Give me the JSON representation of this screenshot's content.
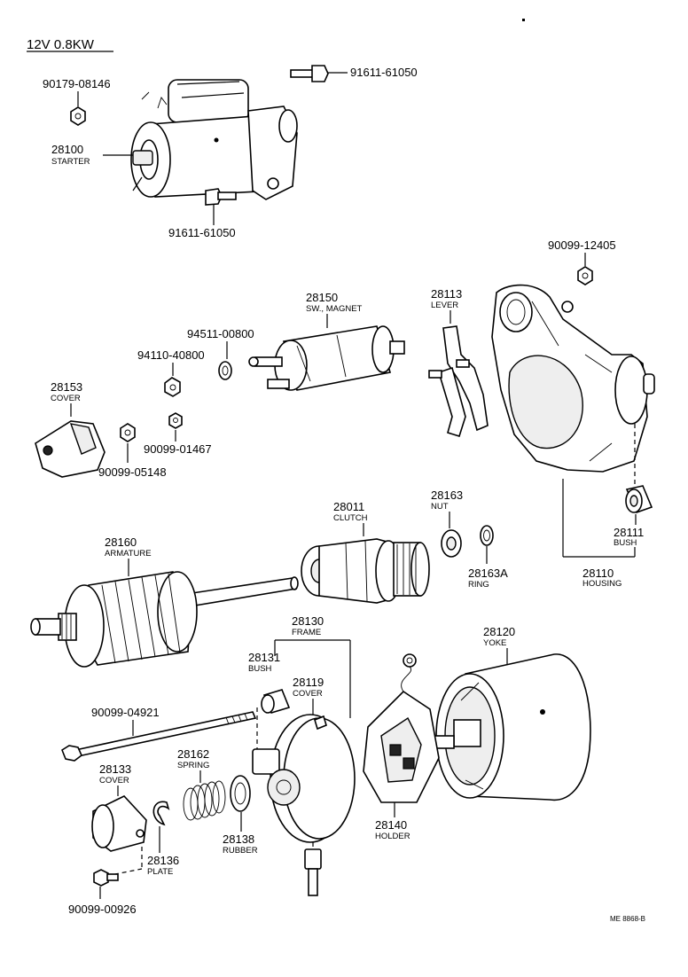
{
  "header": "12V 0.8KW",
  "footer_ref": "ME 8868-B",
  "parts": {
    "p90179_08146": {
      "number": "90179-08146"
    },
    "p91611_61050_top": {
      "number": "91611-61050"
    },
    "p28100": {
      "number": "28100",
      "name": "STARTER"
    },
    "p91611_61050_bottom": {
      "number": "91611-61050"
    },
    "p90099_12405": {
      "number": "90099-12405"
    },
    "p28150": {
      "number": "28150",
      "name": "SW., MAGNET"
    },
    "p28113": {
      "number": "28113",
      "name": "LEVER"
    },
    "p94511_00800": {
      "number": "94511-00800"
    },
    "p94110_40800": {
      "number": "94110-40800"
    },
    "p28153": {
      "number": "28153",
      "name": "COVER"
    },
    "p90099_01467": {
      "number": "90099-01467"
    },
    "p90099_05148": {
      "number": "90099-05148"
    },
    "p28011": {
      "number": "28011",
      "name": "CLUTCH"
    },
    "p28163": {
      "number": "28163",
      "name": "NUT"
    },
    "p28163A": {
      "number": "28163A",
      "name": "RING"
    },
    "p28111": {
      "number": "28111",
      "name": "BUSH"
    },
    "p28110": {
      "number": "28110",
      "name": "HOUSING"
    },
    "p28160": {
      "number": "28160",
      "name": "ARMATURE"
    },
    "p28130": {
      "number": "28130",
      "name": "FRAME"
    },
    "p28120": {
      "number": "28120",
      "name": "YOKE"
    },
    "p28131": {
      "number": "28131",
      "name": "BUSH"
    },
    "p28119": {
      "number": "28119",
      "name": "COVER"
    },
    "p90099_04921": {
      "number": "90099-04921"
    },
    "p28162": {
      "number": "28162",
      "name": "SPRING"
    },
    "p28133": {
      "number": "28133",
      "name": "COVER"
    },
    "p28136": {
      "number": "28136",
      "name": "PLATE"
    },
    "p28138": {
      "number": "28138",
      "name": "RUBBER"
    },
    "p28140": {
      "number": "28140",
      "name": "HOLDER"
    },
    "p90099_00926": {
      "number": "90099-00926"
    }
  }
}
